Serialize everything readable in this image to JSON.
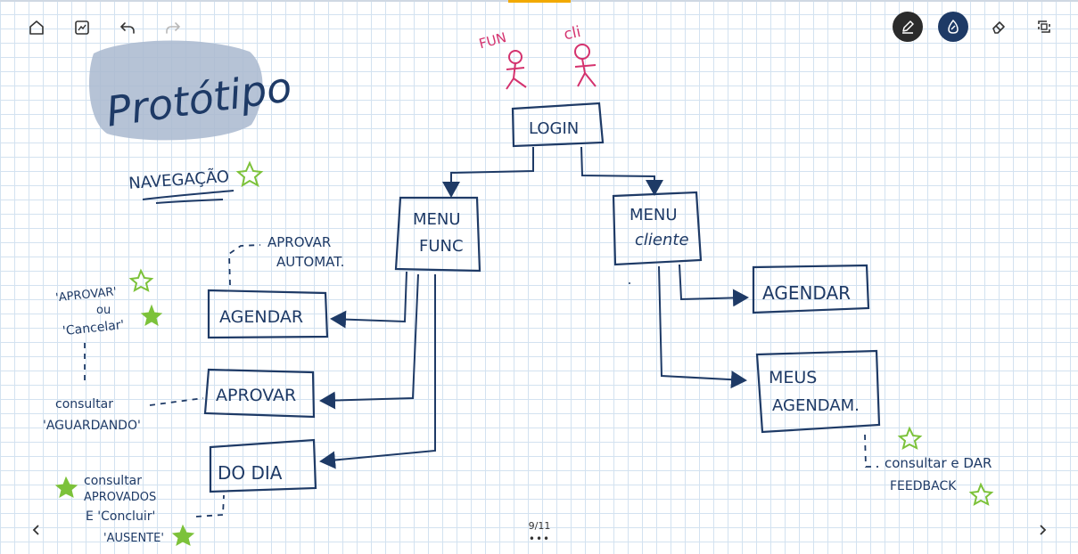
{
  "toolbar": {
    "left": [
      {
        "name": "home-icon"
      },
      {
        "name": "pages-icon"
      },
      {
        "name": "undo-icon"
      },
      {
        "name": "redo-icon"
      }
    ],
    "right": [
      {
        "name": "pen-tool-icon",
        "active": true
      },
      {
        "name": "highlighter-tool-icon",
        "active": true
      },
      {
        "name": "eraser-tool-icon"
      },
      {
        "name": "lasso-tool-icon"
      }
    ]
  },
  "sketch": {
    "title": "Protótipo",
    "subtitle": "NAVEGAÇÃO",
    "actors": {
      "fun": "FUN",
      "cli": "cli"
    },
    "boxes": {
      "login": "LOGIN",
      "menu_func_1": "MENU",
      "menu_func_2": "FUNC",
      "menu_cliente_1": "MENU",
      "menu_cliente_2": "cliente",
      "agendar_left": "AGENDAR",
      "aprovar": "APROVAR",
      "do_dia": "DO DIA",
      "agendar_right": "AGENDAR",
      "meus_agend_1": "MEUS",
      "meus_agend_2": "AGENDAM."
    },
    "notes": {
      "aprovar_automat_1": "APROVAR",
      "aprovar_automat_2": "AUTOMAT.",
      "aprovar_cancelar_1": "'APROVAR'",
      "aprovar_cancelar_2": "ou",
      "aprovar_cancelar_3": "'Cancelar'",
      "consultar_aguardando_1": "consultar",
      "consultar_aguardando_2": "'AGUARDANDO'",
      "consultar_aprovados_1": "consultar",
      "consultar_aprovados_2": "APROVADOS",
      "consultar_aprovados_3": "E 'Concluir'",
      "consultar_aprovados_4": "'AUSENTE'",
      "consultar_feedback_1": "consultar e DAR",
      "consultar_feedback_2": "FEEDBACK"
    },
    "colors": {
      "ink": "#1e3a66",
      "actor": "#d4326e",
      "star": "#7cc23a",
      "highlight": "#a9b9cf"
    }
  },
  "pagination": {
    "label": "9/11",
    "dots": "•••"
  }
}
